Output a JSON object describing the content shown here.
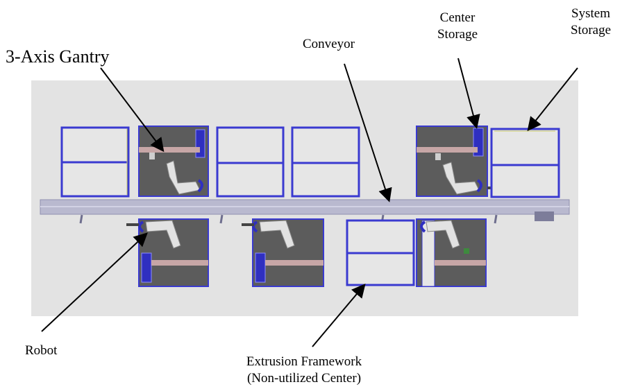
{
  "labels": {
    "gantry": "3-Axis Gantry",
    "conveyor": "Conveyor",
    "center_storage_1": "Center",
    "center_storage_2": "Storage",
    "system_storage_1": "System",
    "system_storage_2": "Storage",
    "robot": "Robot",
    "framework_1": "Extrusion Framework",
    "framework_2": "(Non-utilized Center)"
  },
  "colors": {
    "floor": "#e3e3e3",
    "frame": "#3a3ad0",
    "cell": "#5c5c5c",
    "conveyor": "#b9b9cf",
    "arm": "#d6d6d6"
  }
}
